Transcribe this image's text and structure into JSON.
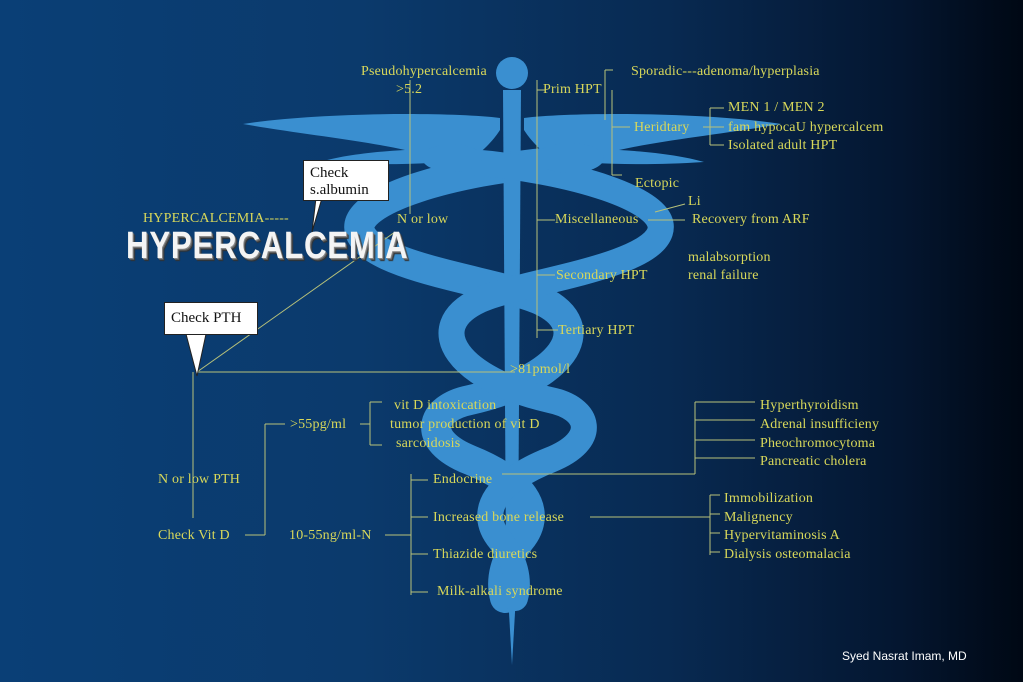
{
  "title": {
    "small": "HYPERCALCEMIA-----",
    "big": "HYPERCALCEMIA"
  },
  "callouts": {
    "albumin_line1": "Check",
    "albumin_line2": "s.albumin",
    "pth": "Check PTH"
  },
  "albumin_branch": {
    "pseudo": "Pseudohypercalcemia",
    "pseudo_value": ">5.2",
    "normal_low": "N or low"
  },
  "high_pth_branch": {
    "prim_hpt": "Prim HPT",
    "sporadic": "Sporadic---adenoma/hyperplasia",
    "hereditary": "Heridtary",
    "hereditary_items": [
      "MEN 1 / MEN 2",
      "fam hypocaU hypercalcem",
      "Isolated adult HPT"
    ],
    "ectopic": "Ectopic",
    "miscellaneous": "Miscellaneous",
    "misc_items": [
      "Li",
      "Recovery from ARF"
    ],
    "secondary_hpt": "Secondary HPT",
    "secondary_items": [
      "malabsorption",
      "renal failure"
    ],
    "tertiary_hpt": "Tertiary HPT",
    "threshold": ">81pmol/l"
  },
  "low_pth_branch": {
    "n_or_low_pth": "N or low PTH",
    "check_vit_d": "Check Vit D",
    "high_vit_d": ">55pg/ml",
    "high_vit_d_items": [
      "vit D intoxication",
      "tumor production of vit D",
      "sarcoidosis"
    ],
    "mid_vit_d": "10-55ng/ml-N",
    "mid_vit_d_items": [
      "Endocrine",
      "Increased bone release",
      "Thiazide diuretics",
      "Milk-alkali syndrome"
    ],
    "endocrine_items": [
      "Hyperthyroidism",
      "Adrenal insufficieny",
      "Pheochromocytoma",
      "Pancreatic cholera"
    ],
    "bone_items": [
      "Immobilization",
      "Malignency",
      "Hypervitaminosis A",
      "Dialysis osteomalacia"
    ]
  },
  "credit": "Syed Nasrat Imam, MD",
  "colors": {
    "background": "#0a3f76",
    "caduceus": "#3a8fd0",
    "text": "#d8d85a",
    "lines": "#b8c27a"
  }
}
